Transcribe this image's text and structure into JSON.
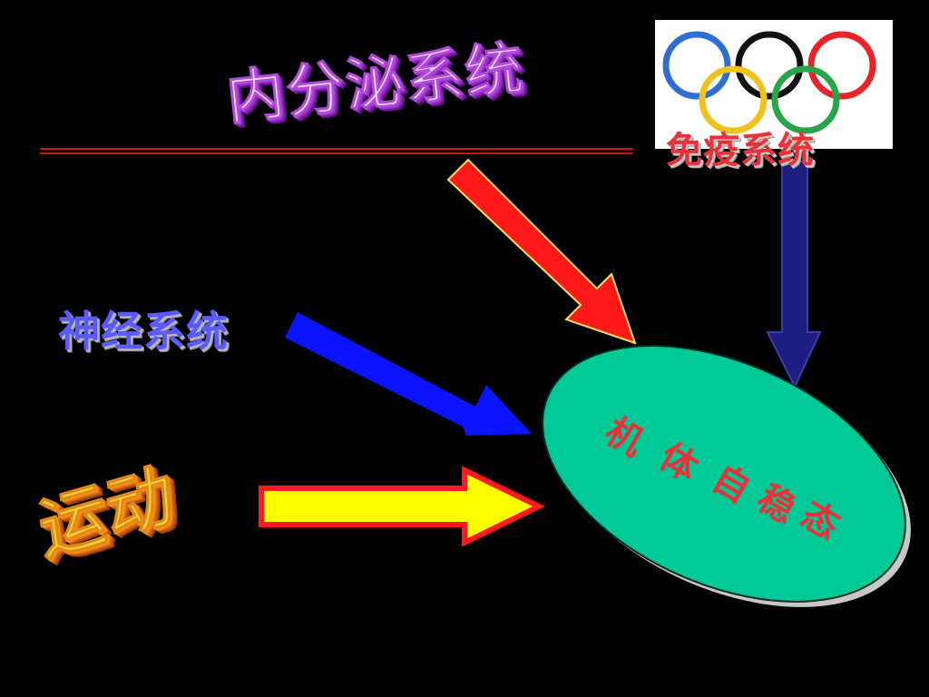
{
  "labels": {
    "endocrine": "内分泌系统",
    "nervous": "神经系统",
    "immune": "免疫系统",
    "exercise": "运动",
    "homeostasis": [
      "机",
      "体",
      "自",
      "稳",
      "态"
    ]
  },
  "logo": {
    "name": "olympic-rings",
    "ring_colors": [
      "#2f6fd4",
      "#111111",
      "#e8242a",
      "#f2c21c",
      "#2aa44a"
    ]
  },
  "colors": {
    "background": "#000000",
    "ellipse_fill": "#00c896",
    "endocrine_arrow": "#ff1a1a",
    "nervous_arrow": "#0a14ff",
    "immune_arrow": "#1c1f80",
    "exercise_arrow": "#ffff00",
    "exercise_arrow_outline": "#ff1a1a",
    "homeostasis_text": "#e8323a"
  }
}
